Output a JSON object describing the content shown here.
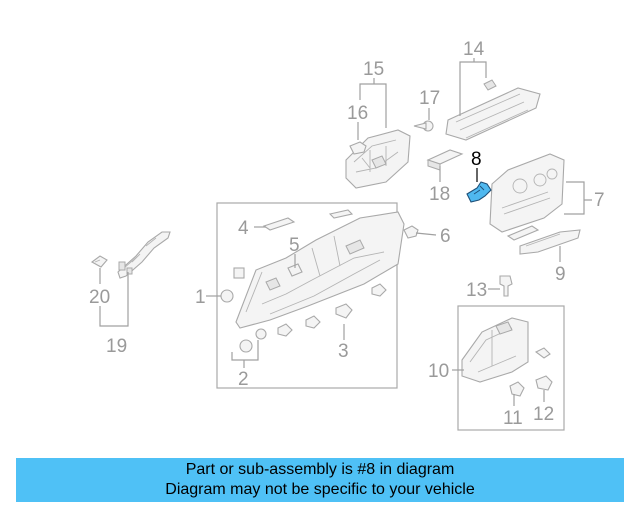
{
  "callouts": {
    "c1": "1",
    "c2": "2",
    "c3": "3",
    "c4": "4",
    "c5": "5",
    "c6": "6",
    "c7": "7",
    "c8": "8",
    "c9": "9",
    "c10": "10",
    "c11": "11",
    "c12": "12",
    "c13": "13",
    "c14": "14",
    "c15": "15",
    "c16": "16",
    "c17": "17",
    "c18": "18",
    "c19": "19",
    "c20": "20"
  },
  "highlighted_part": "8",
  "colors": {
    "highlight": "#4fb8ef",
    "banner": "#4fc1f6",
    "line": "#a0a0a0"
  },
  "banner": {
    "line1": "Part or sub-assembly is #8 in diagram",
    "line2": "Diagram may not be specific to your vehicle"
  }
}
